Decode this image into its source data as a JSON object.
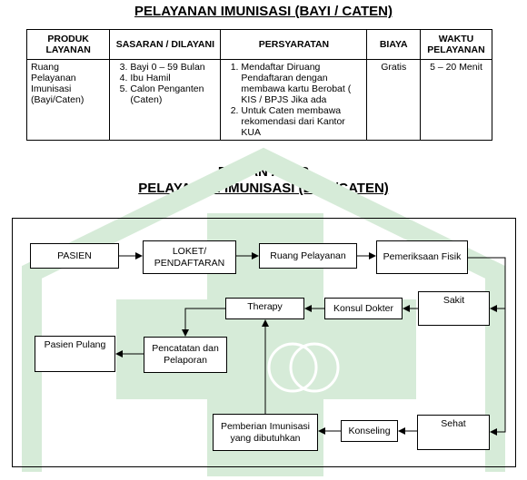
{
  "title": "PELAYANAN IMUNISASI (BAYI / CATEN)",
  "table": {
    "headers": [
      "PRODUK LAYANAN",
      "SASARAN / DILAYANI",
      "PERSYARATAN",
      "BIAYA",
      "WAKTU PELAYANAN"
    ],
    "row": {
      "produk": "Ruang Pelayanan Imunisasi (Bayi/Caten)",
      "sasaran": [
        "Bayi  0 – 59 Bulan",
        "Ibu Hamil",
        "Calon Penganten (Caten)"
      ],
      "persyaratan": [
        "Mendaftar Diruang Pendaftaran dengan membawa kartu Berobat ( KIS / BPJS Jika ada",
        "Untuk Caten membawa rekomendasi dari Kantor KUA"
      ],
      "biaya": "Gratis",
      "waktu": "5 – 20 Menit"
    }
  },
  "flow": {
    "title_line1": "BAGAN ALUR",
    "title_line2": "PELAYANAN IMUNISASI (BAYI/CATEN)",
    "nodes": {
      "pasien": "PASIEN",
      "loket": "LOKET/ PENDAFTARAN",
      "ruang": "Ruang Pelayanan",
      "periksa": "Pemeriksaan Fisik",
      "sakit": "Sakit",
      "konsul": "Konsul Dokter",
      "therapy": "Therapy",
      "pencatatan": "Pencatatan dan Pelaporan",
      "pulang": "Pasien Pulang",
      "sehat": "Sehat",
      "konseling": "Konseling",
      "pemberian": "Pemberian Imunisasi yang dibutuhkan"
    }
  },
  "colors": {
    "watermark": "#d6ebd8"
  }
}
